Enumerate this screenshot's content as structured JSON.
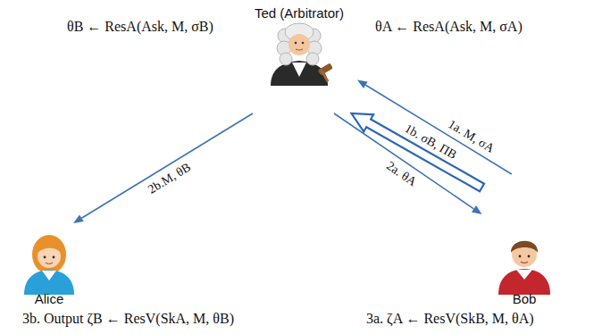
{
  "diagram": {
    "nodes": [
      {
        "text": [
          "Ted (Arbitrator)"
        ]
      },
      {
        "text": [
          "Alice"
        ]
      },
      {
        "text": [
          "Bob"
        ]
      }
    ],
    "edges": [
      {
        "from": 2,
        "to": 0,
        "label": "1a. M, σA",
        "arrow": "to"
      },
      {
        "from": 2,
        "to": 0,
        "label": "1b. σB, ΠB",
        "arrow": "to"
      },
      {
        "from": 0,
        "to": 2,
        "label": "2a. θA",
        "arrow": "to"
      },
      {
        "from": 0,
        "to": 1,
        "label": "2b.M, θB",
        "arrow": "to"
      }
    ],
    "labels": [
      "θB ← ResA(Ask, M, σB)",
      "θA ← ResA(Ask, M, σA)",
      "3b. Output ζB ← ResV(SkA, M, θB)",
      "3a. ζA ← ResV(SkB, M, θA)"
    ]
  }
}
